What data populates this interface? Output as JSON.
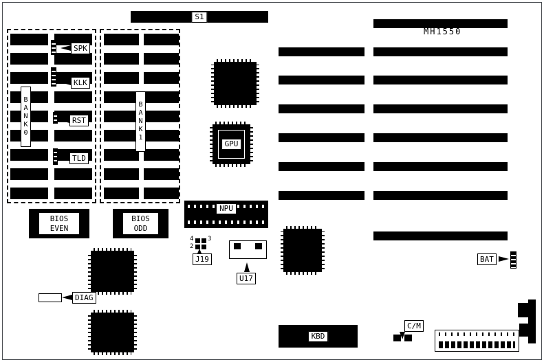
{
  "board": {
    "model": "MH1550",
    "s1_label": "S1",
    "kbd_label": "KBD"
  },
  "memory": {
    "bank0_label": "BANK0",
    "bank1_label": "BANK1",
    "bios_even": [
      "BIOS",
      "EVEN"
    ],
    "bios_odd": [
      "BIOS",
      "ODD"
    ]
  },
  "chips": {
    "gpu_label": "GPU",
    "npu_label": "NPU"
  },
  "callouts": {
    "spk": "SPK",
    "klk": "KLK",
    "rst": "RST",
    "tld": "TLD",
    "diag": "DIAG",
    "bat": "BAT",
    "cm": "C/M",
    "j19": "J19",
    "u17": "U17"
  },
  "j19_pins": {
    "top_left": "4",
    "top_right": "3",
    "bottom_left": "2"
  },
  "colors": {
    "foreground": "#000000",
    "background": "#ffffff"
  }
}
